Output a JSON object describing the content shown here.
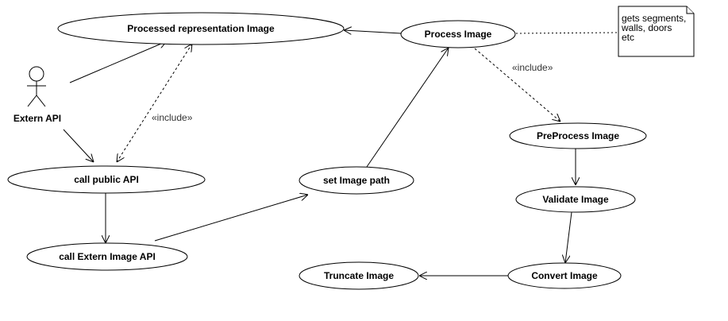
{
  "actor": {
    "name": "Extern API"
  },
  "use_cases": {
    "processed_representation": "Processed representation Image",
    "process_image": "Process Image",
    "call_public_api": "call public API",
    "set_image_path": "set Image path",
    "preprocess_image": "PreProcess Image",
    "validate_image": "Validate Image",
    "call_extern_image_api": "call Extern Image API",
    "truncate_image": "Truncate Image",
    "convert_image": "Convert Image"
  },
  "stereotypes": {
    "include_left": "«include»",
    "include_right": "«include»"
  },
  "note": {
    "line1": "gets segments,",
    "line2": "walls, doors",
    "line3": "etc"
  }
}
